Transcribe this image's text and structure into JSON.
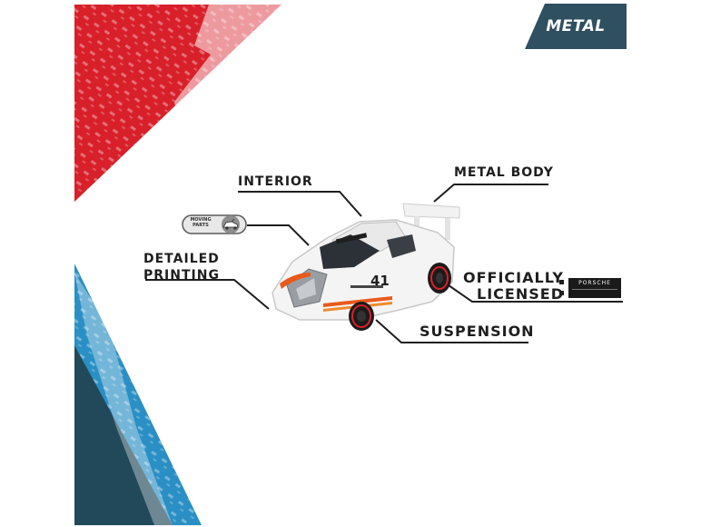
{
  "badge": {
    "text": "METAL",
    "color": "#2f5060"
  },
  "callouts": {
    "interior": "INTERIOR",
    "metal_body": "METAL BODY",
    "detailed_line1": "DETAILED",
    "detailed_line2": "PRINTING",
    "official_line1": "OFFICIALLY",
    "official_line2": "LICENSED",
    "suspension": "SUSPENSION"
  },
  "moving_parts": {
    "line1": "MOVING",
    "line2": "PARTS",
    "icon": "car-door-icon"
  },
  "license_logo": {
    "brand": "PORSCHE"
  },
  "car": {
    "race_number": "41",
    "body_color": "#f4f4f4",
    "stripe_colors": [
      "#e85a1c",
      "#f08a2a"
    ]
  },
  "colors": {
    "red": "#d8202a",
    "blue": "#2a8fc4",
    "teal": "#21495a",
    "text": "#1e1e1e"
  }
}
